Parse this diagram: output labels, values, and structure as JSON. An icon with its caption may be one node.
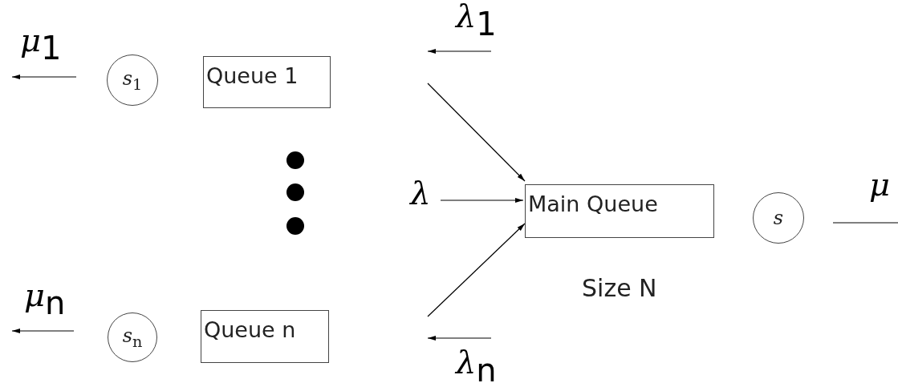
{
  "diagram": {
    "nodes": [
      {
        "text": [
          "Queue 1"
        ]
      },
      {
        "text": [
          "Queue n"
        ]
      },
      {
        "text": [
          "Main Queue"
        ],
        "beside": [
          "Size N"
        ]
      },
      {
        "text": [
          "*s*$_{1}$"
        ]
      },
      {
        "text": [
          "*s*$_{n}$"
        ]
      },
      {
        "text": [
          "s"
        ]
      },
      {
        "text": [
          "λ"
        ]
      }
    ],
    "edges": [
      {
        "from": null,
        "to": 2,
        "arrow": "to"
      },
      {
        "from": 6,
        "to": 2,
        "arrow": "to"
      },
      {
        "from": null,
        "to": 2,
        "arrow": "to"
      }
    ],
    "labels": [
      "*μ*$_{1}$",
      "*λ*$_{1}$",
      "*μ*",
      "*μ*$_{n}$",
      "*λ*$_{n}$"
    ]
  }
}
